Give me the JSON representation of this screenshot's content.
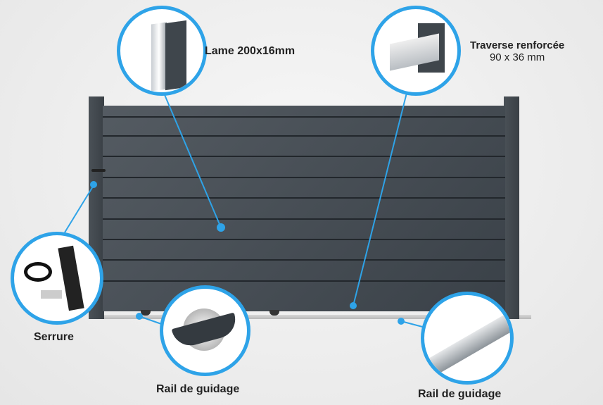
{
  "callouts": {
    "lame": "Lame 200x16mm",
    "traverse_title": "Traverse renforcée",
    "traverse_dims": "90 x 36 mm",
    "serrure": "Serrure",
    "rail_roue": "Rail de guidage",
    "rail_profile": "Rail de guidage"
  },
  "colors": {
    "accent": "#2ea3e8",
    "gate": "#454c53"
  }
}
